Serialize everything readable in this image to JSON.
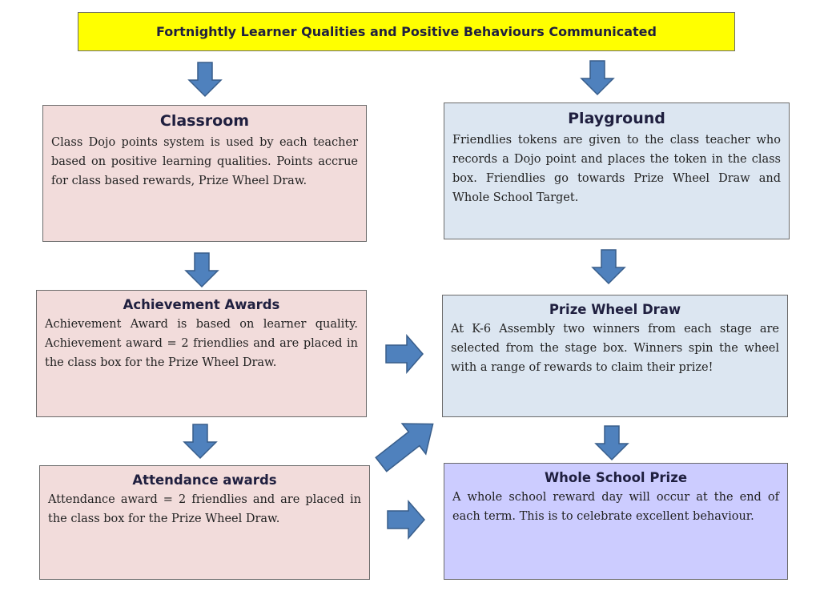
{
  "header": {
    "title": "Fortnightly Learner Qualities and Positive Behaviours Communicated"
  },
  "classroom": {
    "title": "Classroom",
    "body": "Class Dojo points system is used by each teacher based on positive learning qualities. Points accrue for class based rewards, Prize Wheel Draw."
  },
  "playground": {
    "title": "Playground",
    "body": "Friendlies tokens are  given to the class teacher who records a Dojo point and places the token in the class box. Friendlies go towards Prize Wheel Draw and Whole School Target."
  },
  "achievement": {
    "title": "Achievement Awards",
    "body": "Achievement Award is based on learner quality. Achievement award  = 2 friendlies and are placed in the class box for the  Prize Wheel Draw."
  },
  "prize_wheel": {
    "title": "Prize Wheel Draw",
    "body": "At K-6 Assembly two winners from each stage are selected from the stage box. Winners spin the wheel with a range of rewards to claim their prize!"
  },
  "attendance": {
    "title": "Attendance awards",
    "body": "Attendance award = 2 friendlies and are placed in the class box for  the  Prize Wheel Draw."
  },
  "whole_school": {
    "title": "Whole School Prize",
    "body": "A whole school reward day will occur at the end of each term. This is to celebrate excellent behaviour."
  },
  "colors": {
    "title_fill": "#ffff00",
    "pink_box": "#f2dcdb",
    "blue_box": "#dce6f1",
    "lavender_box": "#ccccff",
    "arrow_fill": "#4f81bd",
    "arrow_stroke": "#385d8a"
  }
}
